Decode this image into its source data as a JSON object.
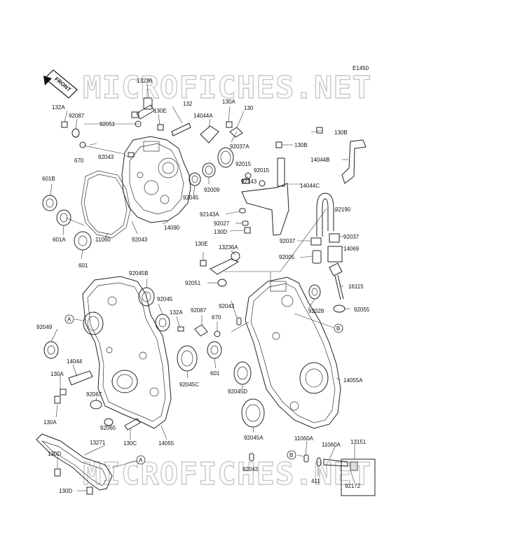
{
  "diagram_code": "E1450",
  "front_label": "FRONT",
  "watermark": "MICROFICHES.NET",
  "ref_markers": [
    "A",
    "B"
  ],
  "parts": [
    "13236",
    "132A",
    "92087",
    "130E",
    "132",
    "14044A",
    "130A",
    "130",
    "92051",
    "670",
    "92037A",
    "92043",
    "130B",
    "601B",
    "92015",
    "14044B",
    "92009",
    "92143",
    "14044C",
    "92045",
    "14090",
    "92190",
    "601A",
    "11060",
    "92143A",
    "92027",
    "130D",
    "92037",
    "601",
    "13236A",
    "14069",
    "92005",
    "16115",
    "92045B",
    "92028",
    "92055",
    "92049",
    "14044",
    "92045C",
    "92067",
    "92065",
    "130C",
    "14055",
    "14055A",
    "92045D",
    "92045A",
    "13271",
    "11060A",
    "13151",
    "411",
    "92172"
  ]
}
